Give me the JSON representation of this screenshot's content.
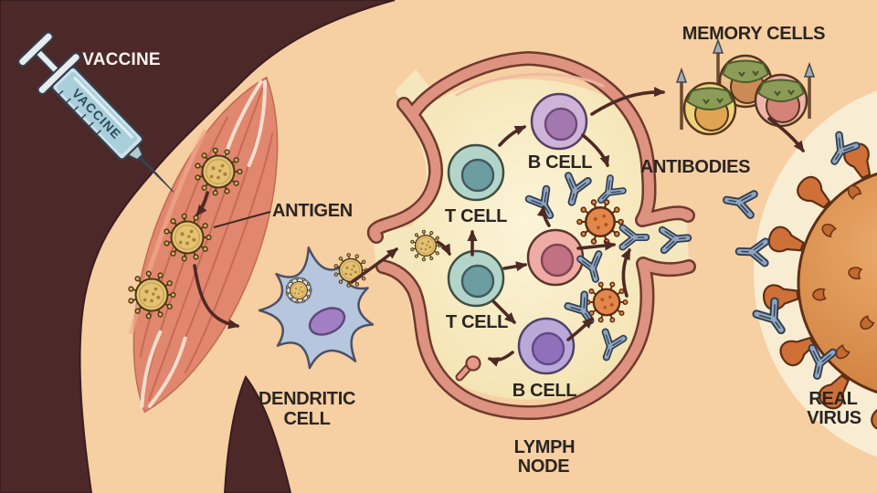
{
  "labels": {
    "vaccine": "VACCINE",
    "syringe_barrel": "VACCINE",
    "antigen": "ANTIGEN",
    "dendritic_line1": "DENDRITIC",
    "dendritic_line2": "CELL",
    "t_cell_upper": "T CELL",
    "t_cell_lower": "T CELL",
    "b_cell_upper": "B CELL",
    "b_cell_lower": "B CELL",
    "lymph_line1": "LYMPH",
    "lymph_line2": "NODE",
    "memory_cells": "MEMORY CELLS",
    "antibodies": "ANTIBODIES",
    "real_virus_line1": "REAL",
    "real_virus_line2": "VIRUS"
  },
  "colors": {
    "background_peach": "#f6cfa3",
    "background_dark_maroon": "#4d2829",
    "cream_blob": "#f8ecd2",
    "lymph_interior": "#f7e9c0",
    "lymph_wall": "#de9280",
    "lymph_wall_outline": "#6e3a2c",
    "muscle": "#e1876f",
    "t_cell": "#b3d4c9",
    "t_cell_nucleus": "#6c9da0",
    "b_cell_upper": "#cfb3d9",
    "b_cell_upper_nucleus": "#a378b0",
    "b_cell_lower": "#b9a8d8",
    "b_cell_lower_nucleus": "#9070bb",
    "plasma_cell": "#efaba6",
    "plasma_cell_nucleus": "#c17181",
    "antibody": "#8fa5bd",
    "antigen_virus": "#e4c174",
    "orange_virus": "#e2874b",
    "real_virus": "#d2813e",
    "dendritic_cell": "#b6c6de",
    "dendritic_nucleus": "#a27fc4",
    "memory_yellow": "#f2d37c",
    "memory_orange": "#efc08f",
    "memory_pink": "#efb4ab",
    "bandana_green": "#8c9b56",
    "syringe_blue": "#cfe2e9",
    "arrow_brown": "#4e2a24"
  }
}
